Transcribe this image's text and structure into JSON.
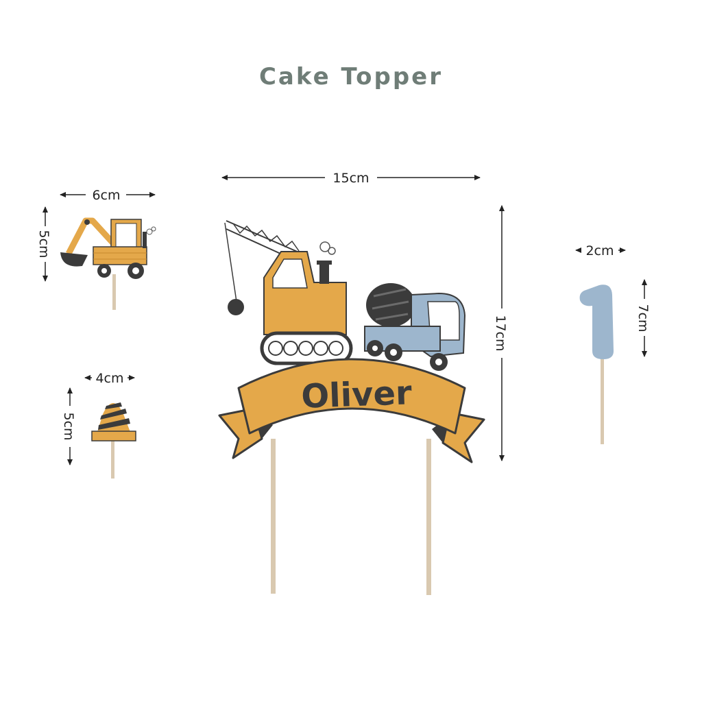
{
  "title": "Cake Topper",
  "name_text": "Oliver",
  "number_text": "1",
  "dimensions": {
    "main_width": "15cm",
    "main_height": "17cm",
    "excavator_width": "6cm",
    "excavator_height": "5cm",
    "cone_width": "4cm",
    "cone_height": "5cm",
    "number_width": "2cm",
    "number_height": "7cm"
  },
  "colors": {
    "mustard": "#e4a84a",
    "blue": "#9db6cd",
    "dark": "#3b3b3b",
    "stick": "#d9c9b0",
    "title": "#6f7d77"
  }
}
